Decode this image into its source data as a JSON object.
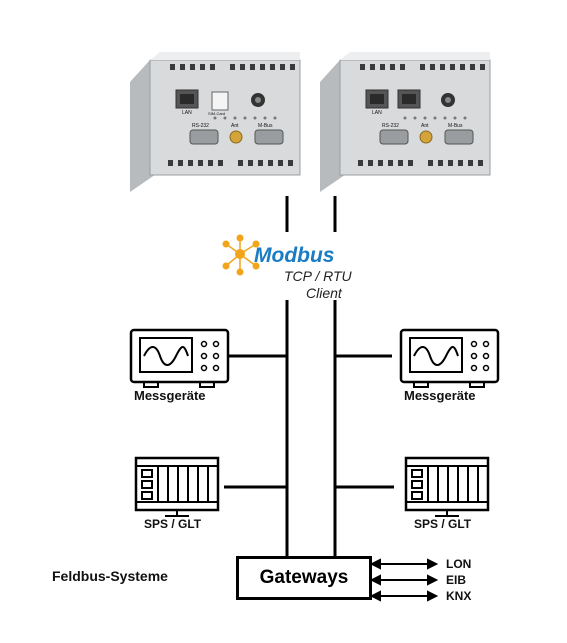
{
  "modbus": {
    "logo_text": "Modbus",
    "line1": "TCP / RTU",
    "line2": "Client"
  },
  "devices": {
    "left_meter": "Messgeräte",
    "right_meter": "Messgeräte",
    "left_sps": "SPS / GLT",
    "right_sps": "SPS / GLT"
  },
  "gateway": {
    "label": "Gateways",
    "feldbus": "Feldbus-Systeme",
    "outputs": [
      "LON",
      "EIB",
      "KNX"
    ]
  },
  "hardware": {
    "left": {
      "port_lan": "LAN",
      "port_serial": "RS-232",
      "port_ant": "Ant",
      "port_mbus": "M-Bus",
      "sim": "SIM-Card"
    },
    "right": {
      "port_lan": "LAN",
      "port_serial": "RS-232",
      "port_ant": "Ant",
      "port_mbus": "M-Bus"
    }
  },
  "colors": {
    "line": "#000000",
    "modbus_blue": "#1a7cc4",
    "modbus_orange": "#f2a51a",
    "device_body": "#d8dadc"
  }
}
